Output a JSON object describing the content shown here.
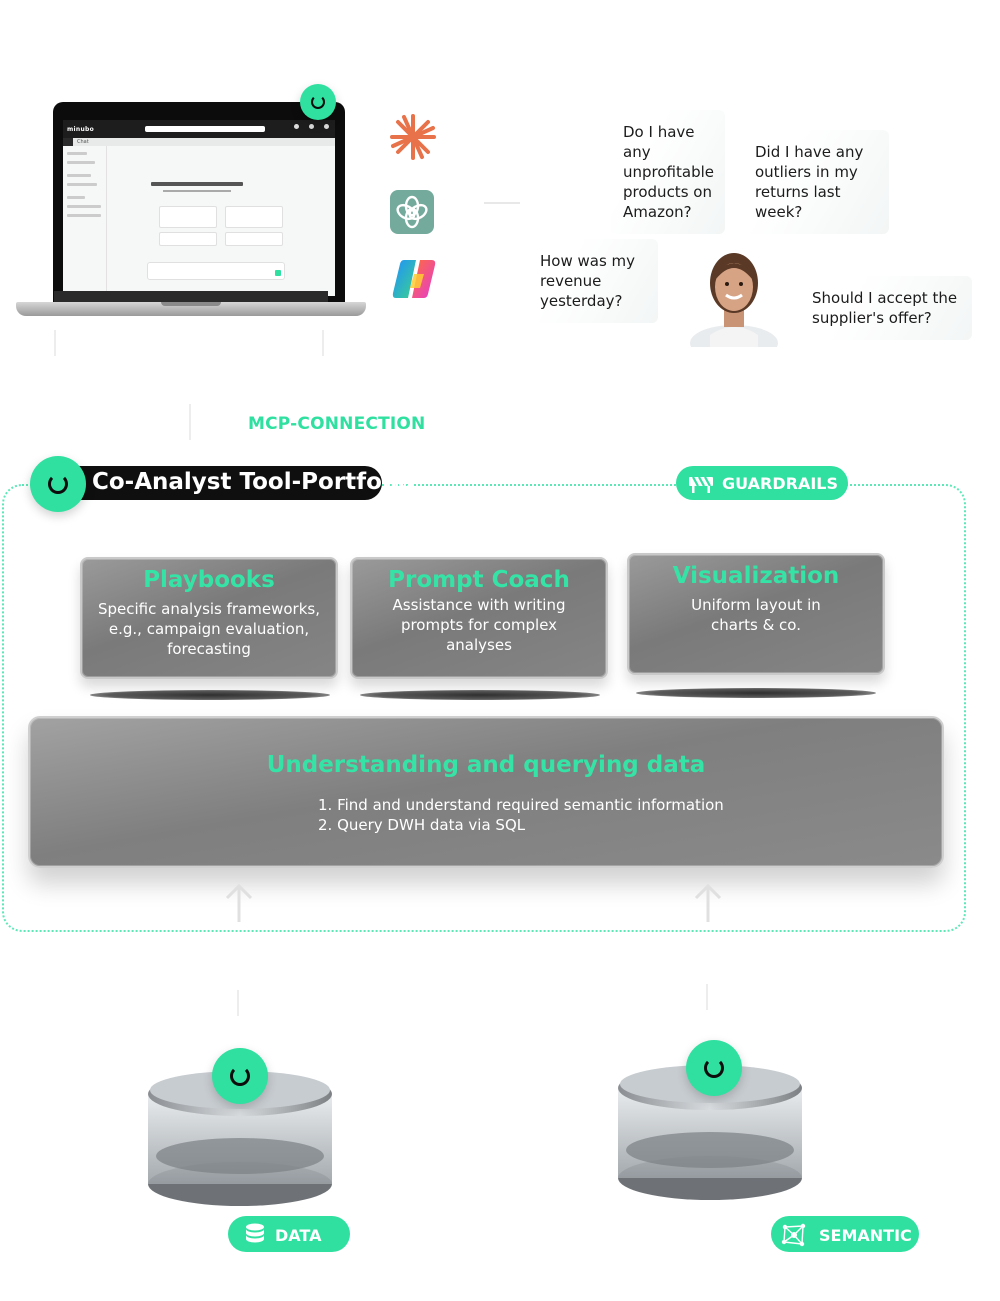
{
  "questions": {
    "q1": [
      "Do I have any",
      "unprofitable",
      "products on",
      "Amazon?"
    ],
    "q2": [
      "Did I have any",
      "outliers in my",
      "returns last",
      "week?"
    ],
    "q3": [
      "How was my",
      "revenue",
      "yesterday?"
    ],
    "q4": [
      "Should I accept the",
      "supplier's offer?"
    ]
  },
  "connection_label": "MCP-CONNECTION",
  "portfolio": {
    "title": "Co-Analyst Tool-Portfolio",
    "guardrails_label": "GUARDRAILS"
  },
  "tools": [
    {
      "title": "Playbooks",
      "description_lines": [
        "Specific analysis frameworks,",
        "e.g., campaign evaluation,",
        "forecasting"
      ]
    },
    {
      "title": "Prompt Coach",
      "description_lines": [
        "Assistance with writing",
        "prompts for complex",
        "analyses"
      ]
    },
    {
      "title": "Visualization",
      "description_lines": [
        "Uniform layout in",
        "charts & co."
      ]
    }
  ],
  "core": {
    "title": "Understanding and querying data",
    "steps": [
      "1.  Find and understand required semantic information",
      "2.  Query DWH data via SQL"
    ]
  },
  "sources": {
    "data_label": "DATA",
    "semantic_label": "SEMANTIC"
  },
  "laptop": {
    "logo": "minubo",
    "tab": "Chat"
  },
  "colors": {
    "accent": "#2fe0a0",
    "title_green": "#35e3a6",
    "dark": "#0f0f0f",
    "card_gray": "#858585"
  },
  "icons": {
    "claude": "claude-starburst-icon",
    "chatgpt": "chatgpt-knot-icon",
    "copilot": "copilot-icon",
    "badge": "loading-ring-icon",
    "guardrails": "barrier-icon",
    "data": "database-icon",
    "semantic": "network-graph-icon"
  }
}
